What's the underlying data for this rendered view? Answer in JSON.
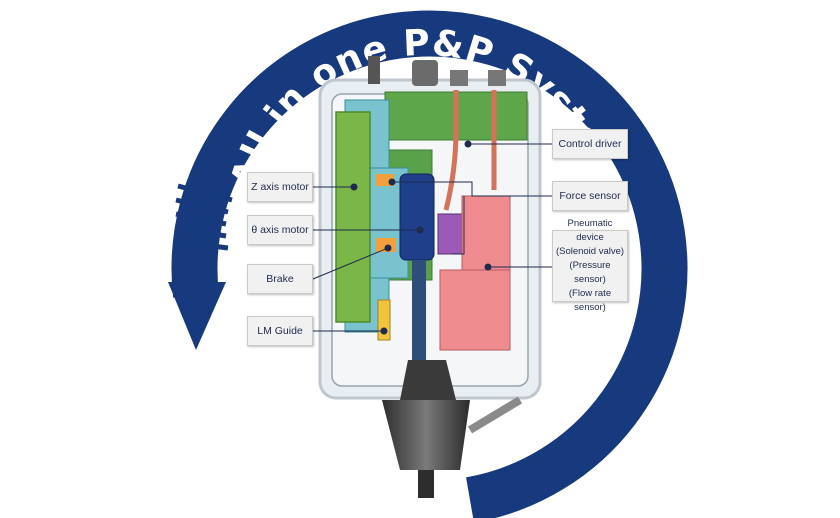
{
  "title": "All in one P&P System",
  "colors": {
    "ring": "#173a7e",
    "motor_green": "#7ab648",
    "board_green": "#5da64a",
    "frame_cyan": "#79c3cf",
    "motor_blue": "#1f3f8a",
    "purple": "#9a5ab6",
    "pink": "#ef8c8f",
    "orange": "#f2a03c",
    "label_bg": "#f1f1f1"
  },
  "labels": {
    "z_axis_motor": "Z axis motor",
    "theta_axis_motor": "θ axis motor",
    "brake": "Brake",
    "lm_guide": "LM Guide",
    "control_driver": "Control driver",
    "force_sensor": "Force sensor",
    "pneumatic": {
      "line1": "Pneumatic device",
      "line2": "(Solenoid valve)",
      "line3": "(Pressure sensor)",
      "line4": "(Flow rate sensor)"
    }
  },
  "icons": {
    "ring_arrow": "circular-arrow-icon",
    "speed_lines": "speed-lines-icon"
  }
}
